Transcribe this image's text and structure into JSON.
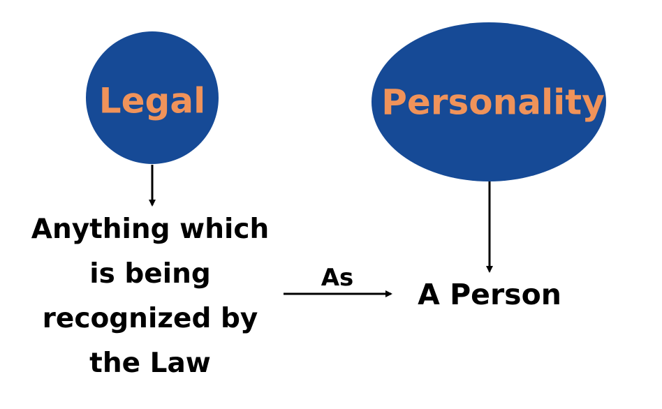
{
  "colors": {
    "node_fill": "#164a96",
    "node_text": "#f0935a",
    "text": "#000000",
    "background": "#ffffff"
  },
  "nodes": {
    "legal": {
      "label": "Legal"
    },
    "personality": {
      "label": "Personality"
    }
  },
  "definition": {
    "lines": [
      "Anything which",
      "is being",
      "recognized by",
      "the Law"
    ]
  },
  "connector": {
    "label": "As"
  },
  "result": {
    "label": "A Person"
  }
}
